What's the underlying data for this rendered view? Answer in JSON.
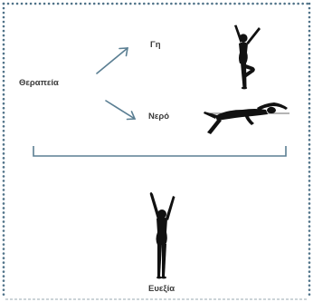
{
  "diagram": {
    "nodes": {
      "therapy": "Θεραπεία",
      "ground": "Γη",
      "water": "Νερό",
      "wellbeing": "Ευεξία"
    },
    "icons": {
      "ground": "yoga-tree-pose-silhouette-icon",
      "water": "swimmer-silhouette-icon",
      "wellbeing": "raised-arms-person-silhouette-icon"
    },
    "colors": {
      "border_dots": "#4f7288",
      "arrows": "#5b7f93",
      "bracket": "#5b7f93",
      "silhouettes": "#111111",
      "text": "#3a3a3a"
    }
  }
}
